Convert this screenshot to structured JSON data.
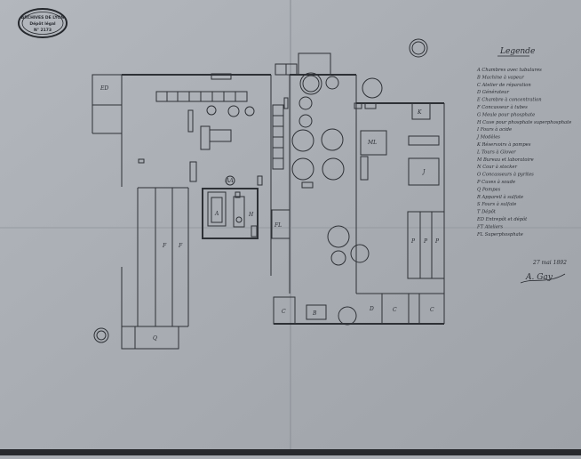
{
  "stamp": {
    "line1": "ARCHIVES DE LYON",
    "line2": "Dépôt légal",
    "line3": "N° 2173"
  },
  "legend": {
    "title": "Legende",
    "items": [
      "A  Chambres avec tubulures",
      "B  Machine à vapeur",
      "C  Atelier de réparation",
      "D  Générateur",
      "E  Chambre à concentration",
      "F  Concasseur à tubes",
      "G  Meule pour phosphate",
      "H  Cuve pour phosphate superphosphate",
      "I  Fours à acide",
      "J  Modèles",
      "K  Réservoirs à pompes",
      "L  Tours à Glover",
      "M  Bureau et laboratoire",
      "N  Cour à stocker",
      "O  Concasseurs à pyrites",
      "P  Cuves à soude",
      "Q  Pompes",
      "R  Appareil à sulfate",
      "S  Fours à sulfate",
      "T  Dépôt",
      "ED  Entrepôt et dépôt",
      "FT  Ateliers",
      "FL  Superphosphate"
    ]
  },
  "signature": {
    "date": "27 mai 1892",
    "name": "A. Gay"
  },
  "plan_labels": {
    "ed": "ED",
    "ml": "ML",
    "fl": "FL",
    "aa": "AA",
    "a_room": "A",
    "f_left": "F",
    "f_right": "F",
    "q_bottom": "Q",
    "h_right": "H",
    "p1": "P",
    "p2": "P",
    "p3": "P",
    "c1": "C",
    "c2": "C",
    "c3": "C",
    "b_mid": "B",
    "d_right": "D",
    "j_room": "J",
    "k_room": "K"
  }
}
